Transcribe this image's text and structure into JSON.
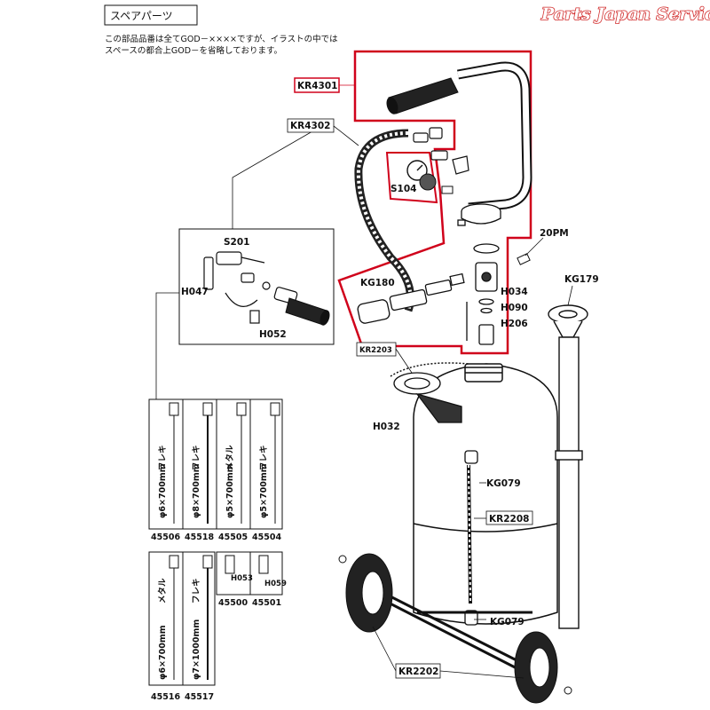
{
  "header": {
    "section_title": "スペアパーツ",
    "note_line1": "この部品品番は全てGOD－××××ですが、イラストの中では",
    "note_line2": "スペースの都合上GOD－を省略しております。",
    "brand": "Parts Japan Service"
  },
  "colors": {
    "highlight": "#d0021b",
    "brand_outline": "#d12a2a",
    "ink": "#111111"
  },
  "parts": {
    "kr4301": "KR4301",
    "kr4302": "KR4302",
    "s104": "S104",
    "pm20": "20PM",
    "s201": "S201",
    "h047": "H047",
    "h052": "H052",
    "kg180": "KG180",
    "h034": "H034",
    "h090": "H090",
    "h206": "H206",
    "kg179": "KG179",
    "kr2203": "KR2203",
    "h032": "H032",
    "kg079a": "KG079",
    "kr2208": "KR2208",
    "kg079b": "KG079",
    "kr2202": "KR2202"
  },
  "tubes": {
    "t1": {
      "spec": "φ6×700mm",
      "kind": "フレキ",
      "num": "45506"
    },
    "t2": {
      "spec": "φ8×700mm",
      "kind": "フレキ",
      "num": "45518"
    },
    "t3": {
      "spec": "φ5×700mm",
      "kind": "メタル",
      "num": "45505"
    },
    "t4": {
      "spec": "φ5×700mm",
      "kind": "フレキ",
      "num": "45504"
    },
    "t5": {
      "spec": "φ6×700mm",
      "kind": "メタル",
      "num": "45516"
    },
    "t6": {
      "spec": "φ7×1000mm",
      "kind": "フレキ",
      "num": "45517"
    },
    "t7": {
      "num": "45500",
      "sub": "H053"
    },
    "t8": {
      "num": "45501",
      "sub": "H059"
    }
  }
}
